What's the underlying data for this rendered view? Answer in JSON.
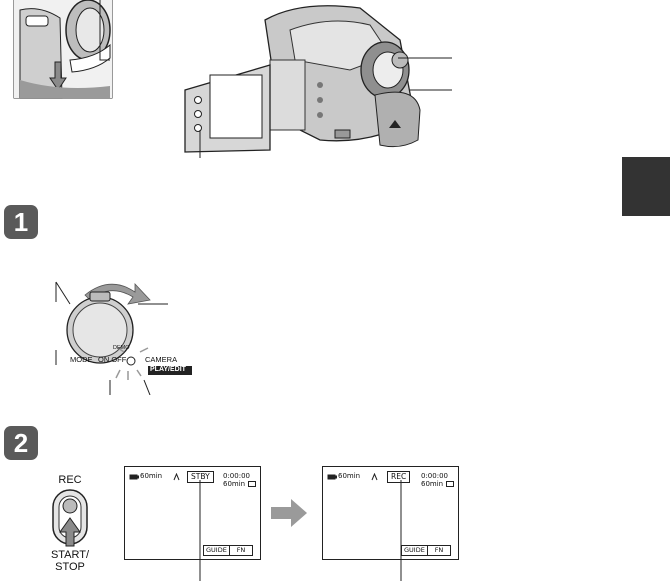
{
  "steps": [
    {
      "number": "1"
    },
    {
      "number": "2"
    }
  ],
  "dial": {
    "mode_label": "MODE",
    "on_off_label": "ON OFF",
    "demo_label": "DEMO",
    "camera_label": "CAMERA",
    "play_edit_label": "PLAY/EDIT"
  },
  "rec_button": {
    "top_label": "REC",
    "bottom_label_line1": "START/",
    "bottom_label_line2": "STOP"
  },
  "screens": [
    {
      "battery": "60min",
      "status": "STBY",
      "time": "0:00:00",
      "remaining": "60min",
      "guide": "GUIDE",
      "fn": "FN"
    },
    {
      "battery": "60min",
      "status": "REC",
      "time": "0:00:00",
      "remaining": "60min",
      "guide": "GUIDE",
      "fn": "FN"
    }
  ],
  "colors": {
    "badge": "#5a5a5a",
    "side_tab": "#333333",
    "arrow": "#9a9a9a",
    "play_edit_bg": "#222222"
  }
}
